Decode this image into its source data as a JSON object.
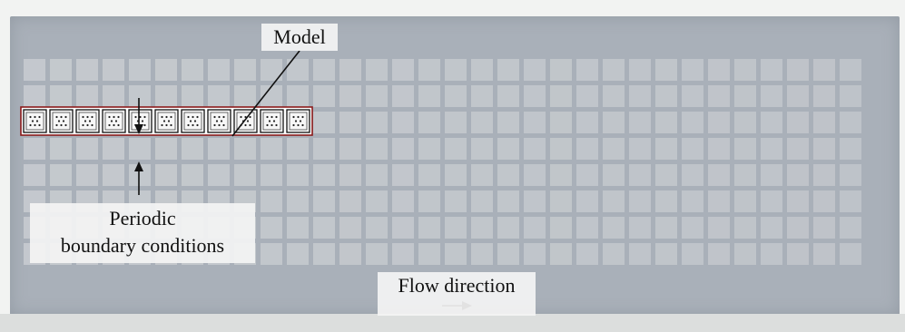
{
  "labels": {
    "model": "Model",
    "periodic_line1": "Periodic",
    "periodic_line2": "boundary conditions",
    "flow": "Flow direction"
  },
  "specimen": {
    "cell_rows": 8,
    "cell_columns": 32,
    "highlighted_row_index": 2,
    "highlighted_cell_count": 11,
    "arrow_target_cell_index": 4,
    "model_leader_target_cell_index": 7
  },
  "colors": {
    "plate": "#a9b0b9",
    "cell": "#c9cdd1",
    "highlight_outline": "#8b1a1a",
    "highlight_fill": "#f7f7f7",
    "dots": "#222222",
    "arrows": "#111111"
  }
}
